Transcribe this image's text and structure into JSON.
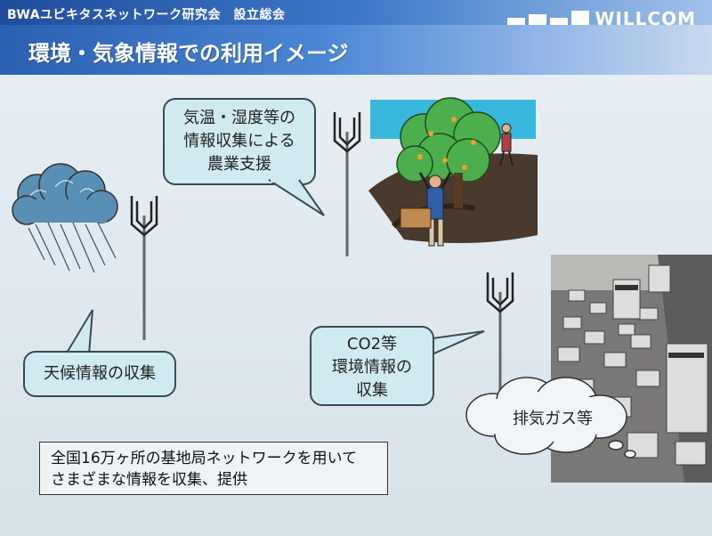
{
  "header": {
    "subtitle": "BWAユビキタスネットワーク研究会　設立総会",
    "logo_text": "WILLCOM",
    "title": "環境・気象情報での利用イメージ"
  },
  "bubbles": {
    "agri_lines": [
      "気温・湿度等の",
      "情報収集による",
      "農業支援"
    ],
    "weather": "天候情報の収集",
    "env_lines": [
      "CO2等",
      "環境情報の",
      "収集"
    ],
    "exhaust": "排気ガス等"
  },
  "note_lines": [
    "全国16万ヶ所の基地局ネットワークを用いて",
    "さまざまな情報を収集、提供"
  ],
  "colors": {
    "bubble_fill": "#cfeaf0",
    "header_blue": "#2b5fb2"
  }
}
